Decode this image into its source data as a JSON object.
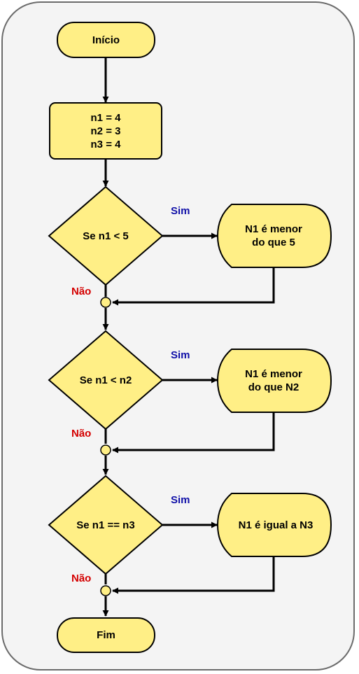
{
  "colors": {
    "node_fill": "#ffef86",
    "node_stroke": "#000000",
    "yes_label": "#1010a8",
    "no_label": "#d40000",
    "frame_fill": "#f4f4f4",
    "frame_stroke": "#6b6b6b"
  },
  "nodes": {
    "start": "Início",
    "assign": "n1 = 4\nn2 = 3\nn3 = 4",
    "cond1": "Se n1 < 5",
    "out1": "N1 é menor\ndo que 5",
    "cond2": "Se n1 < n2",
    "out2": "N1 é menor\ndo que N2",
    "cond3": "Se n1 == n3",
    "out3": "N1 é igual a N3",
    "end": "Fim"
  },
  "edge_labels": {
    "yes1": "Sim",
    "no1": "Não",
    "yes2": "Sim",
    "no2": "Não",
    "yes3": "Sim",
    "no3": "Não"
  }
}
